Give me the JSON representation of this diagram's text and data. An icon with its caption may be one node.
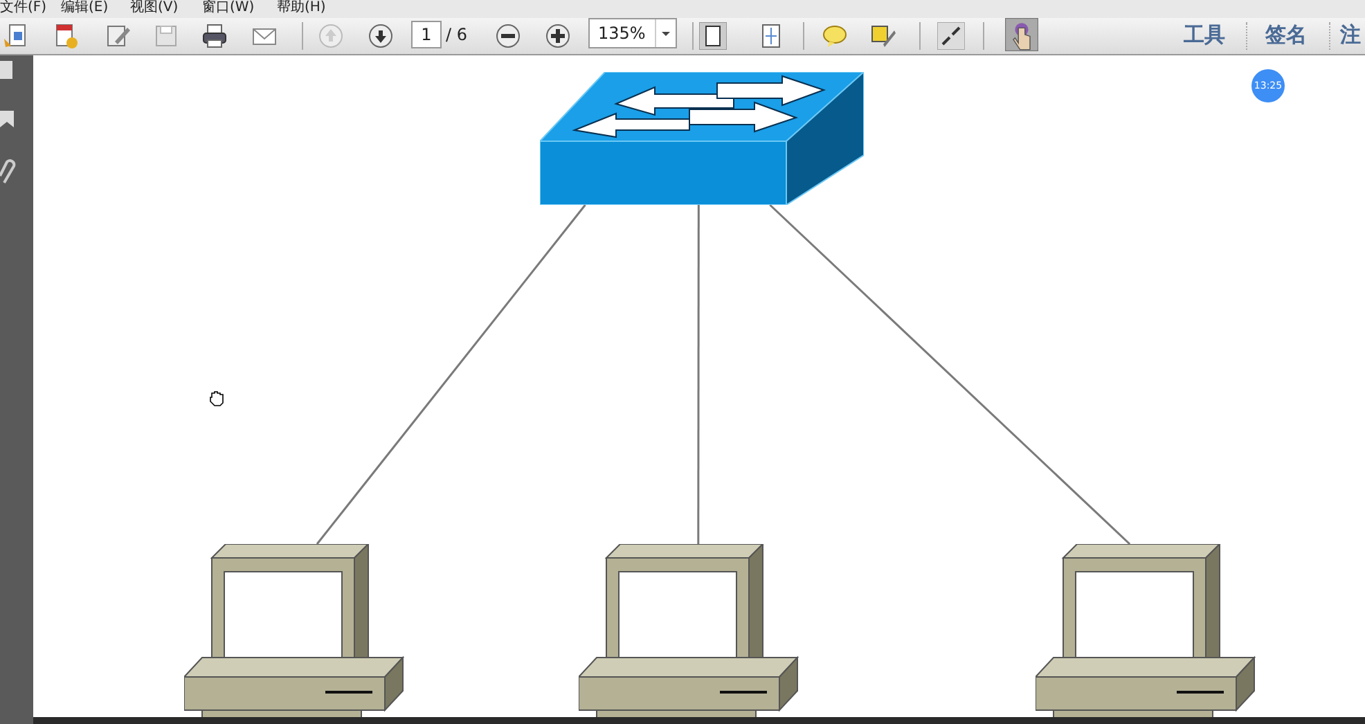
{
  "diagram": {
    "nodes": [
      {
        "text": [],
        "shape": "picture"
      },
      {
        "text": [],
        "shape": "picture"
      },
      {
        "text": [],
        "shape": "picture"
      },
      {
        "text": [],
        "shape": "picture"
      }
    ],
    "edges": [
      {
        "from": 0,
        "to": 1,
        "arrow": "none"
      },
      {
        "from": 0,
        "to": 2,
        "arrow": "none"
      },
      {
        "from": 0,
        "to": 3,
        "arrow": "none"
      }
    ],
    "labels": [
      "文件(F)",
      "编辑(E)",
      "视图(V)",
      "窗口(W)",
      "帮助(H)",
      "1",
      "/ 6",
      "135%",
      "工具",
      "签名",
      "注",
      "13:25"
    ]
  }
}
